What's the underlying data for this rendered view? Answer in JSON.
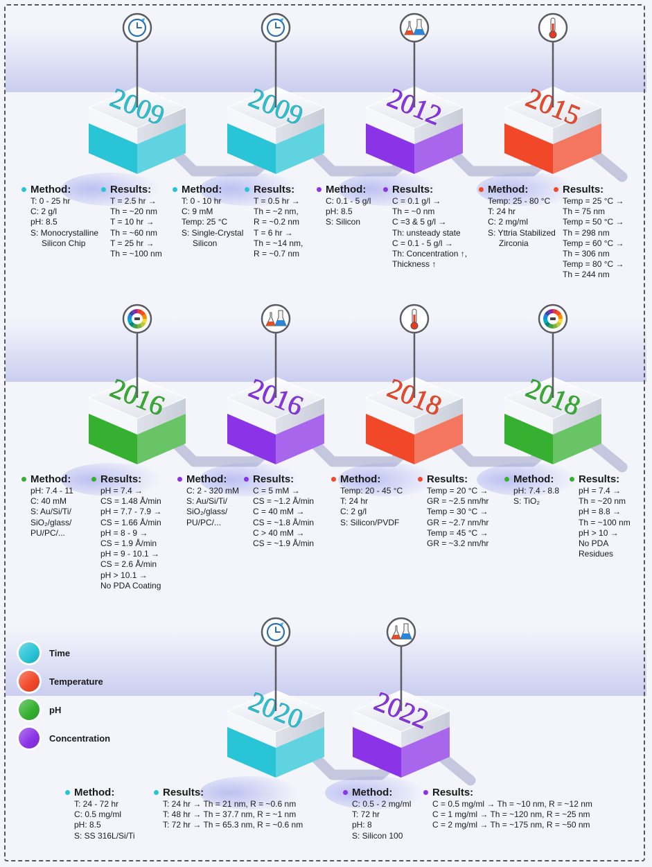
{
  "colors": {
    "time": "#29c4d6",
    "temperature": "#f2482a",
    "ph": "#35b031",
    "concentration": "#8b33e6"
  },
  "legend": [
    {
      "label": "Time",
      "category": "time"
    },
    {
      "label": "Temperature",
      "category": "temperature"
    },
    {
      "label": "pH",
      "category": "ph"
    },
    {
      "label": "Concentration",
      "category": "concentration"
    }
  ],
  "entries": [
    {
      "year": "2009",
      "category": "time",
      "icon": "clock-icon",
      "method": {
        "heading": "Method:",
        "lines": [
          "T: 0 - 25 hr",
          "C: 2 g/l",
          "pH: 8.5",
          "S: Monocrystalline",
          "Silicon Chip"
        ]
      },
      "results": {
        "heading": "Results:",
        "lines": [
          "T = 2.5 hr →",
          "Th = ~20 nm",
          "T = 10 hr →",
          "Th = ~60 nm",
          "T = 25 hr →",
          "Th = ~100 nm"
        ]
      }
    },
    {
      "year": "2009",
      "category": "time",
      "icon": "clock-icon",
      "method": {
        "heading": "Method:",
        "lines": [
          "T: 0 - 10 hr",
          "C: 9 mM",
          "Temp: 25 °C",
          "S: Single-Crystal",
          "Silicon"
        ]
      },
      "results": {
        "heading": "Results:",
        "lines": [
          "T = 0.5 hr →",
          "Th = ~2 nm,",
          "R = ~0.2 nm",
          "T = 6 hr →",
          "Th = ~14 nm,",
          "R = ~0.7 nm"
        ]
      }
    },
    {
      "year": "2012",
      "category": "concentration",
      "icon": "flasks-icon",
      "method": {
        "heading": "Method:",
        "lines": [
          "C: 0.1 - 5 g/l",
          "pH: 8.5",
          "S: Silicon"
        ]
      },
      "results": {
        "heading": "Results:",
        "lines": [
          "C = 0.1 g/l →",
          "Th = ~0 nm",
          "C =3 & 5 g/l →",
          "Th: unsteady state",
          "C = 0.1 - 5 g/l →",
          "Th: Concentration ↑,",
          "Thickness ↑"
        ]
      }
    },
    {
      "year": "2015",
      "category": "temperature",
      "icon": "thermometer-icon",
      "method": {
        "heading": "Method:",
        "lines": [
          "Temp: 25 - 80 °C",
          "T: 24 hr",
          "C: 2 mg/ml",
          "S: Yttria Stabilized",
          "Zirconia"
        ]
      },
      "results": {
        "heading": "Results:",
        "lines": [
          "Temp = 25 °C →",
          "Th = 75 nm",
          "Temp = 50 °C →",
          "Th = 298 nm",
          "Temp = 60 °C →",
          "Th = 306 nm",
          "Temp = 80 °C →",
          "Th = 244 nm"
        ]
      }
    },
    {
      "year": "2016",
      "category": "ph",
      "icon": "ph-wheel-icon",
      "method": {
        "heading": "Method:",
        "lines": [
          "pH: 7.4 - 11",
          "C: 40 mM",
          "S: Au/Si/Ti/",
          "SiO₂/glass/",
          "PU/PC/..."
        ]
      },
      "results": {
        "heading": "Results:",
        "lines": [
          "pH = 7.4 →",
          "CS = 1.48 Å/min",
          "pH = 7.7 - 7.9 →",
          "CS = 1.66 Å/min",
          "pH = 8 - 9 →",
          "CS = 1.9 Å/min",
          "pH = 9 - 10.1 →",
          "CS = 2.6 Å/min",
          "pH > 10.1 →",
          "No PDA Coating"
        ]
      }
    },
    {
      "year": "2016",
      "category": "concentration",
      "icon": "flasks-icon",
      "method": {
        "heading": "Method:",
        "lines": [
          "C: 2 - 320 mM",
          "S: Au/Si/Ti/",
          "SiO₂/glass/",
          "PU/PC/..."
        ]
      },
      "results": {
        "heading": "Results:",
        "lines": [
          "C = 5 mM →",
          "CS = ~1.2 Å/min",
          "C = 40 mM →",
          "CS = ~1.8 Å/min",
          "C > 40 mM →",
          "CS = ~1.9 Å/min"
        ]
      }
    },
    {
      "year": "2018",
      "category": "temperature",
      "icon": "thermometer-icon",
      "method": {
        "heading": "Method:",
        "lines": [
          "Temp: 20 - 45 °C",
          "T: 24 hr",
          "C: 2 g/l",
          "S: Silicon/PVDF"
        ]
      },
      "results": {
        "heading": "Results:",
        "lines": [
          "Temp = 20 °C →",
          "GR = ~2.5 nm/hr",
          "Temp = 30 °C →",
          "GR = ~2.7 nm/hr",
          "Temp = 45 °C →",
          "GR = ~3.2 nm/hr"
        ]
      }
    },
    {
      "year": "2018",
      "category": "ph",
      "icon": "ph-wheel-icon",
      "method": {
        "heading": "Method:",
        "lines": [
          "pH: 7.4 - 8.8",
          "S: TiO₂"
        ]
      },
      "results": {
        "heading": "Results:",
        "lines": [
          "pH = 7.4 →",
          "Th = ~20 nm",
          "pH = 8.8 →",
          "Th = ~100 nm",
          "pH > 10 →",
          "No PDA",
          "Residues"
        ]
      }
    },
    {
      "year": "2020",
      "category": "time",
      "icon": "clock-icon",
      "method": {
        "heading": "Method:",
        "lines": [
          "T: 24 - 72 hr",
          "C: 0.5 mg/ml",
          "pH: 8.5",
          "S: SS 316L/Si/Ti"
        ]
      },
      "results": {
        "heading": "Results:",
        "lines": [
          "T: 24 hr → Th = 21 nm, R = ~0.6 nm",
          "T: 48 hr → Th = 37.7 nm, R = ~1 nm",
          "T: 72 hr → Th = 65.3 nm, R = ~0.6 nm"
        ]
      }
    },
    {
      "year": "2022",
      "category": "concentration",
      "icon": "flasks-icon",
      "method": {
        "heading": "Method:",
        "lines": [
          "C: 0.5 - 2 mg/ml",
          "T: 72 hr",
          "pH: 8",
          "S: Silicon 100"
        ]
      },
      "results": {
        "heading": "Results:",
        "lines": [
          "C = 0.5 mg/ml → Th = ~10 nm, R = ~12 nm",
          "C = 1 mg/ml → Th = ~120 nm, R = ~25 nm",
          "C = 2 mg/ml → Th = ~175 nm, R = ~50 nm"
        ]
      }
    }
  ]
}
